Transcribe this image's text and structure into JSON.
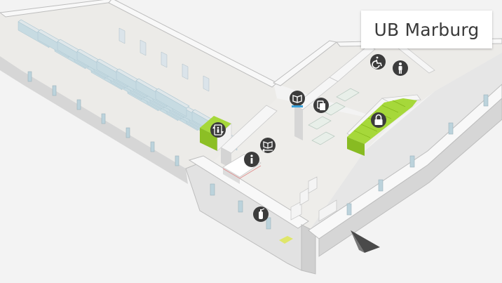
{
  "title": "UB Marburg",
  "colors": {
    "background": "#f3f3f3",
    "floor": "#ecebe8",
    "wall_top": "#f7f7f7",
    "wall_side": "#cfcfcf",
    "shelf": "#dfe7ea",
    "shelf_edge": "#a9c4d0",
    "accent_green": "#9bd12e",
    "poi_dark": "#3c3c3c"
  },
  "pois": [
    {
      "id": "accessible-wc",
      "icon": "wheelchair-icon"
    },
    {
      "id": "toilet",
      "icon": "person-icon"
    },
    {
      "id": "self-checkout",
      "icon": "book-scanner-icon"
    },
    {
      "id": "copier",
      "icon": "copier-icon"
    },
    {
      "id": "lockers",
      "icon": "lock-icon"
    },
    {
      "id": "elevator",
      "icon": "elevator-icon"
    },
    {
      "id": "book-return",
      "icon": "book-return-icon"
    },
    {
      "id": "information",
      "icon": "info-icon"
    },
    {
      "id": "fire-extinguisher",
      "icon": "extinguisher-icon"
    }
  ]
}
